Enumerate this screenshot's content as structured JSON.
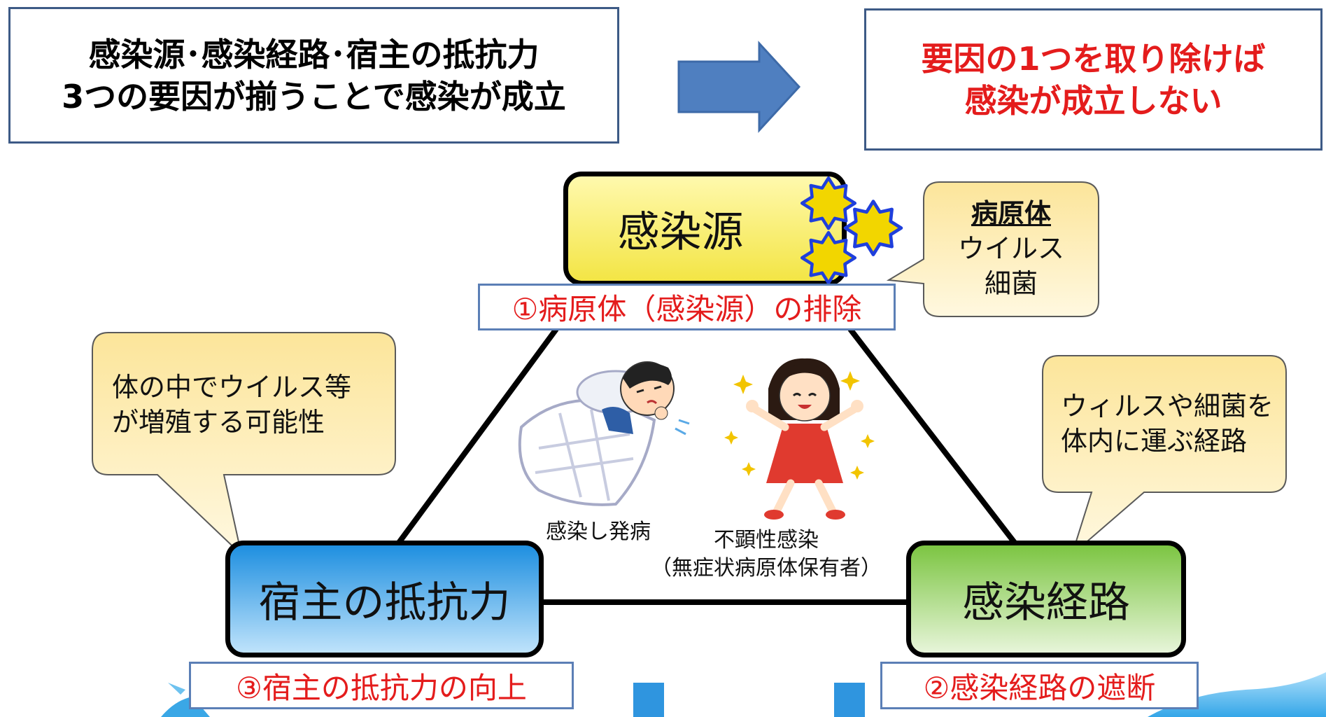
{
  "top_left": {
    "line1": "感染源･感染経路･宿主の抵抗力",
    "line2": "3つの要因が揃うことで感染が成立"
  },
  "top_right": {
    "line1": "要因の1つを取り除けば",
    "line2": "感染が成立しない"
  },
  "nodes": {
    "source": "感染源",
    "host": "宿主の抵抗力",
    "route": "感染経路"
  },
  "labels": {
    "source": "①病原体（感染源）の排除",
    "route": "②感染経路の遮断",
    "host": "③宿主の抵抗力の向上"
  },
  "bubbles": {
    "pathogen": {
      "title": "病原体",
      "line1": "ウイルス",
      "line2": "細菌"
    },
    "host": {
      "line1": "体の中でウイルス等",
      "line2": "が増殖する可能性"
    },
    "route": {
      "line1": "ウィルスや細菌を",
      "line2": "体内に運ぶ経路"
    }
  },
  "captions": {
    "sick": "感染し発病",
    "inapparent": "不顕性感染",
    "carrier": "（無症状病原体保有者）"
  },
  "colors": {
    "accent_red": "#e41c1c",
    "arrow_blue": "#4f7fc0",
    "frame_blue": "#3d5a86"
  },
  "icons": [
    "right-arrow-icon",
    "virus-icon",
    "sick-child-illustration",
    "healthy-girl-illustration"
  ]
}
